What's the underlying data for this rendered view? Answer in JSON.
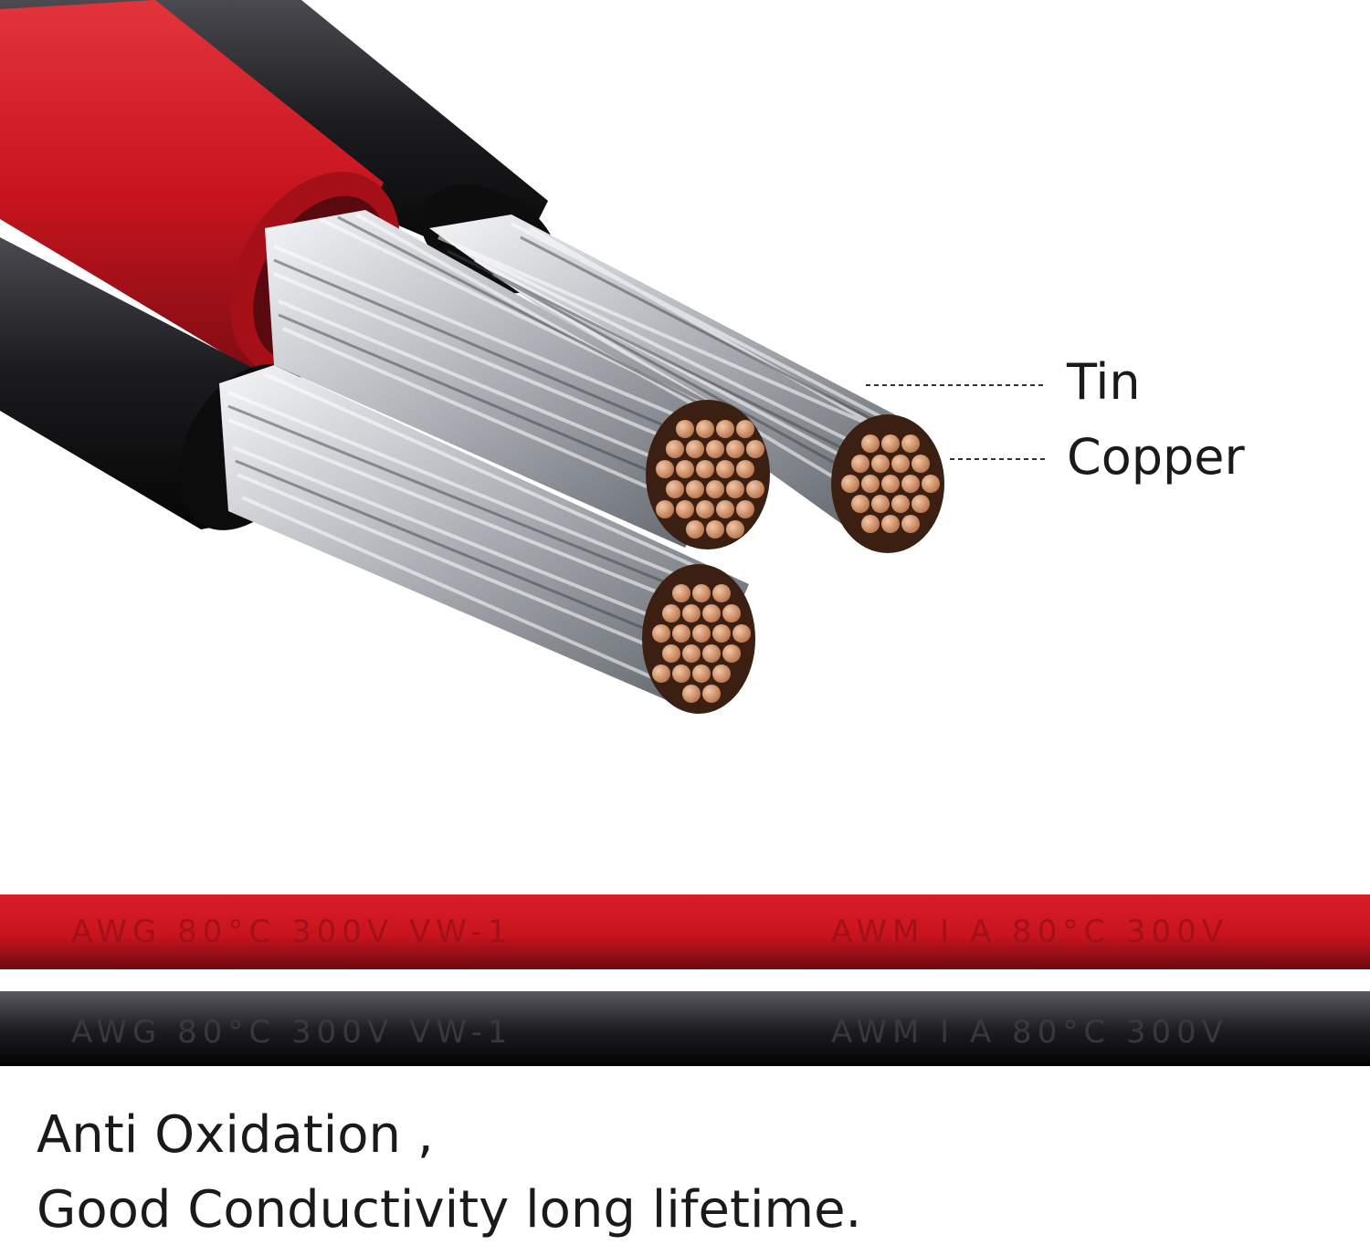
{
  "labels": {
    "tin": "Tin",
    "copper": "Copper"
  },
  "cable_print": {
    "segment_1": "AWG 80°C 300V VW-1",
    "segment_2": "AWM I A 80°C 300V"
  },
  "caption": {
    "line_1": "Anti Oxidation ,",
    "line_2": "Good Conductivity long lifetime."
  },
  "colors": {
    "red_insulation": "#c8141e",
    "black_insulation": "#1a1a1a",
    "copper": "#d9a07a",
    "tin_strands": "#c9ccd0"
  }
}
